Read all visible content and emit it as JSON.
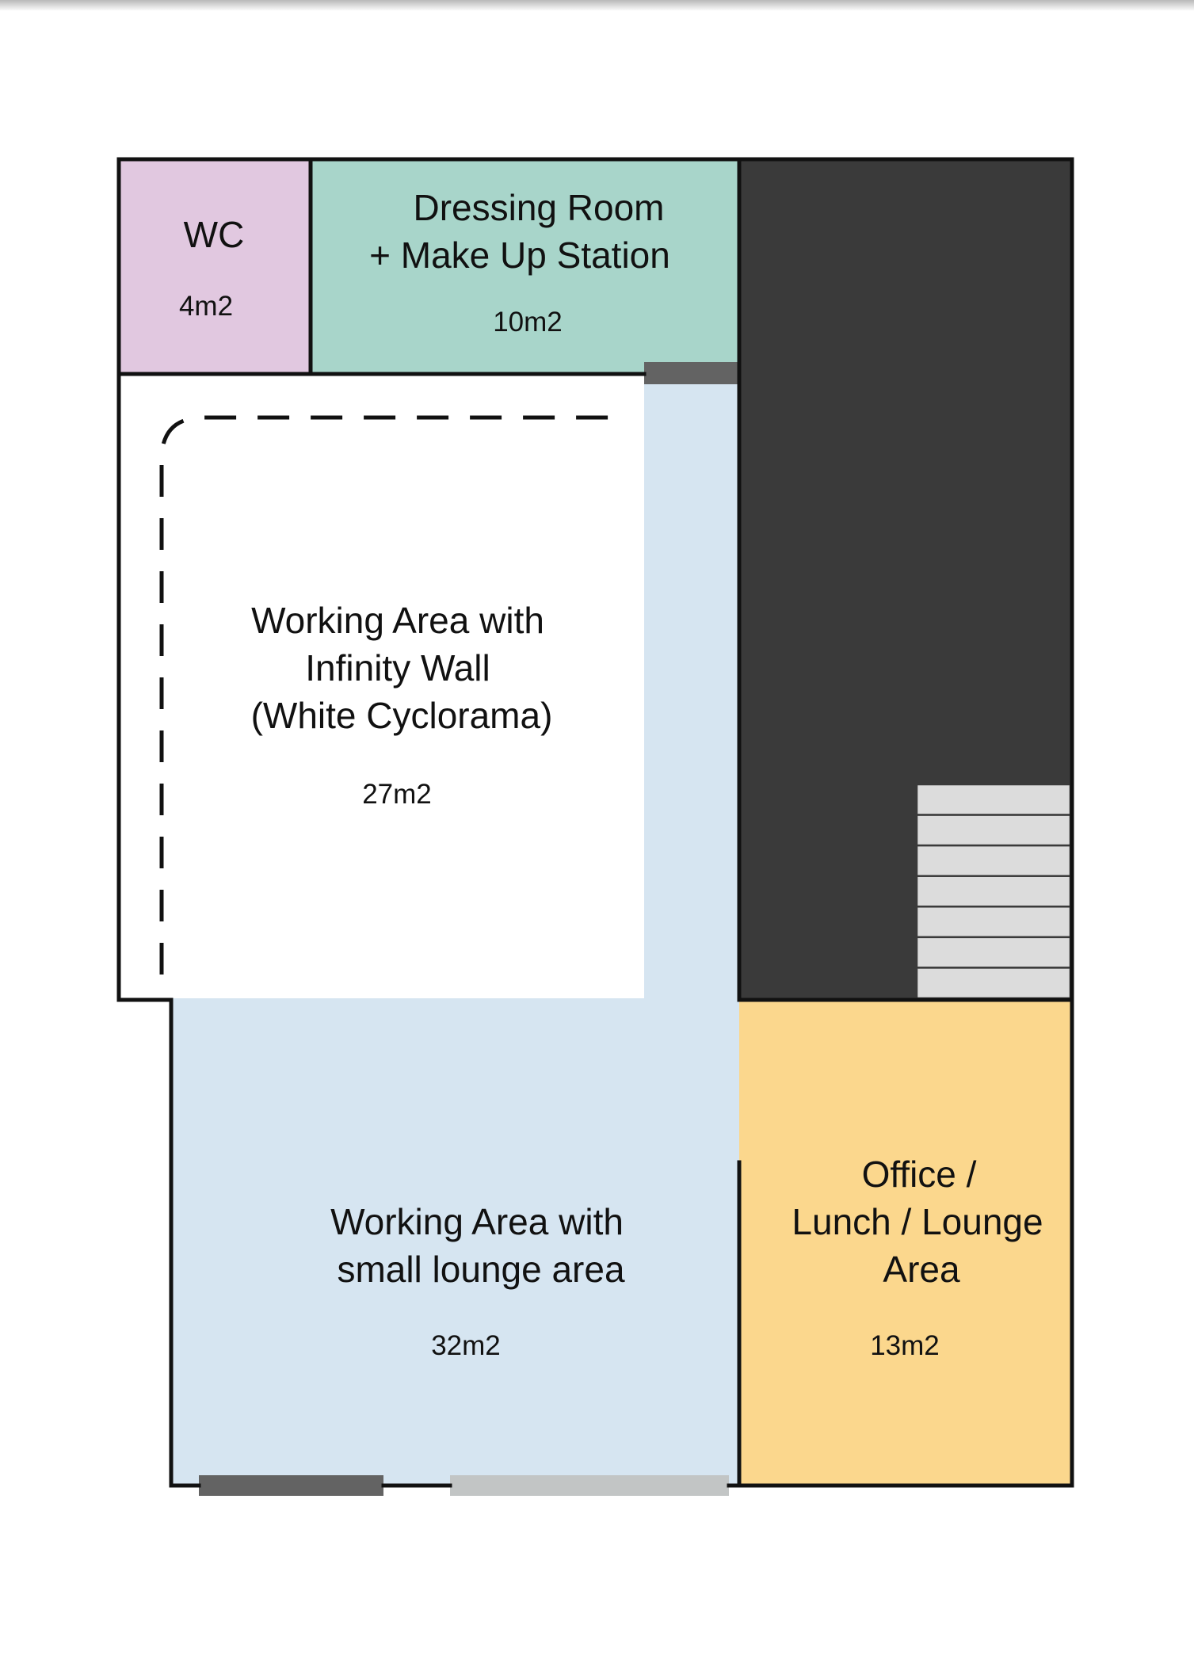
{
  "rooms": {
    "wc": {
      "name": "WC",
      "area": "4m2",
      "color": "#e1c8e0"
    },
    "dressing": {
      "name_line1": "Dressing Room",
      "name_line2": "+ Make Up Station",
      "area": "10m2",
      "color": "#a8d5ca"
    },
    "cyclorama": {
      "name_line1": "Working Area with",
      "name_line2": "Infinity Wall",
      "name_line3": "(White Cyclorama)",
      "area": "27m2",
      "color": "#ffffff"
    },
    "working": {
      "name_line1": "Working Area with",
      "name_line2": "small lounge area",
      "area": "32m2",
      "color": "#d6e5f1"
    },
    "office": {
      "name_line1": "Office /",
      "name_line2": "Lunch / Lounge",
      "name_line3": "Area",
      "area": "13m2",
      "color": "#fbd78d"
    },
    "stairwell": {
      "color": "#3a3a3a"
    },
    "stairs": {
      "color": "#dcdcdc",
      "step_count": 7
    }
  },
  "colors": {
    "wall": "#111111",
    "door_dark": "#636363",
    "door_light": "#c2c5c5"
  }
}
